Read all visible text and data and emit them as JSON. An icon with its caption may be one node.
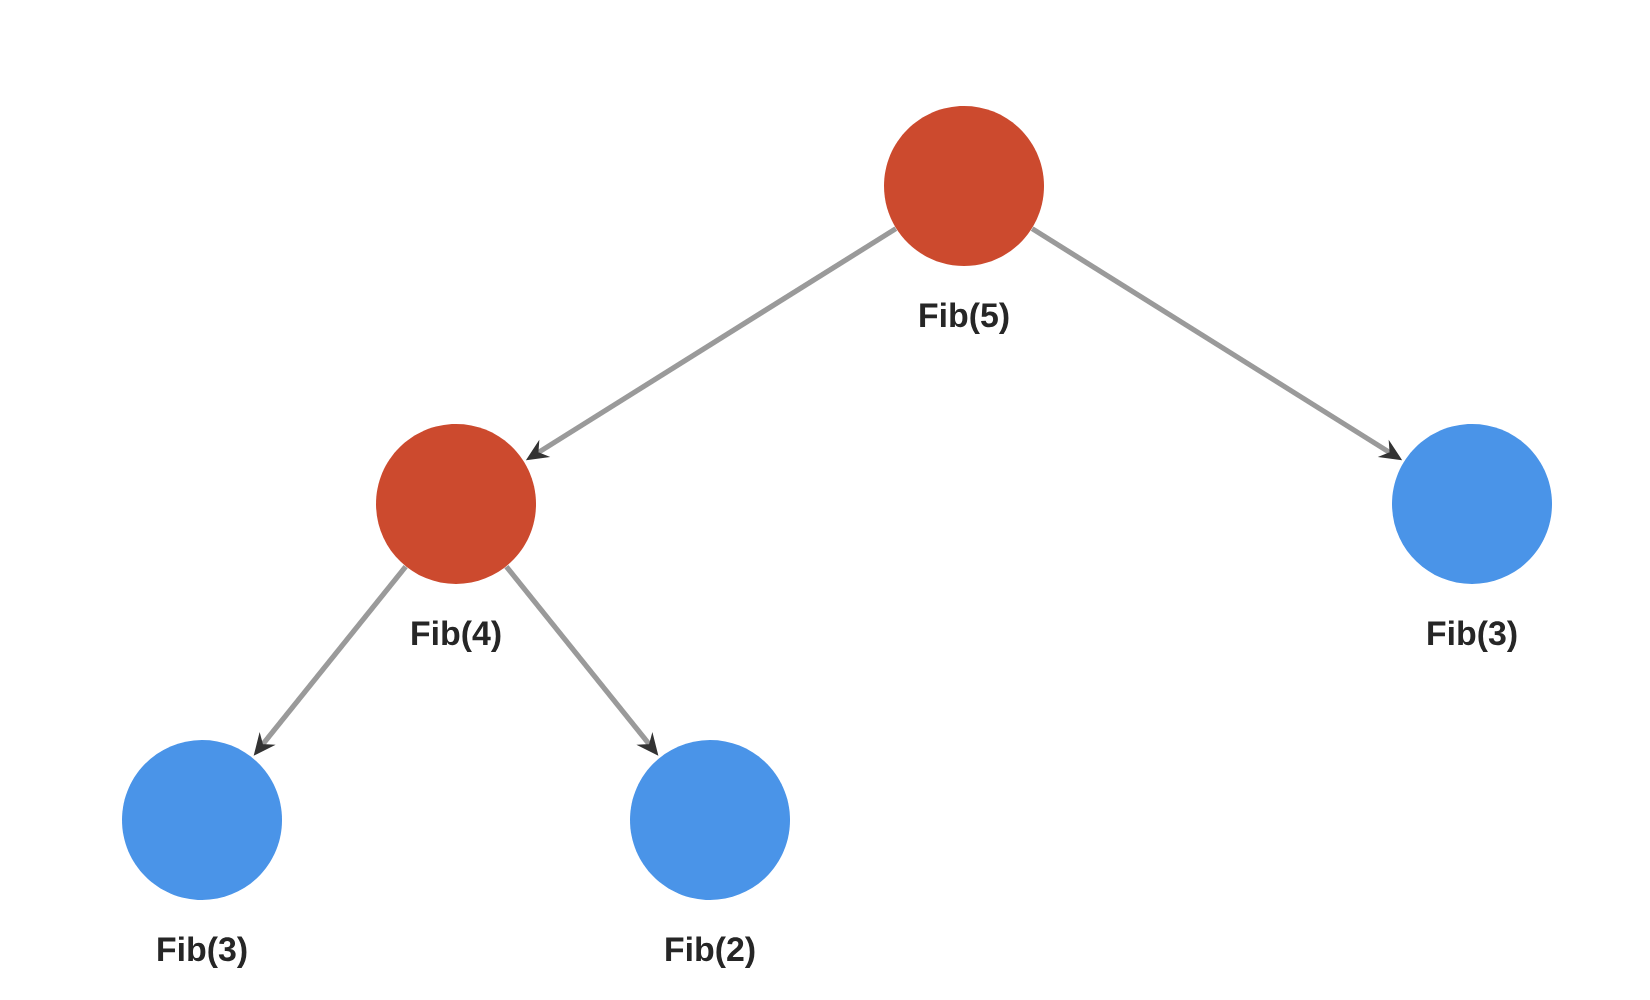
{
  "diagram": {
    "nodes": [
      {
        "text": [
          "Fib(5)"
        ]
      },
      {
        "text": [
          "Fib(4)"
        ]
      },
      {
        "text": [
          "Fib(3)"
        ]
      },
      {
        "text": [
          "Fib(3)"
        ]
      },
      {
        "text": [
          "Fib(2)"
        ]
      }
    ],
    "edges": [
      {
        "from": 0,
        "to": 1,
        "arrow": "to"
      },
      {
        "from": 0,
        "to": 2,
        "arrow": "to"
      },
      {
        "from": 1,
        "to": 3,
        "arrow": "to"
      },
      {
        "from": 1,
        "to": 4,
        "arrow": "to"
      }
    ]
  }
}
